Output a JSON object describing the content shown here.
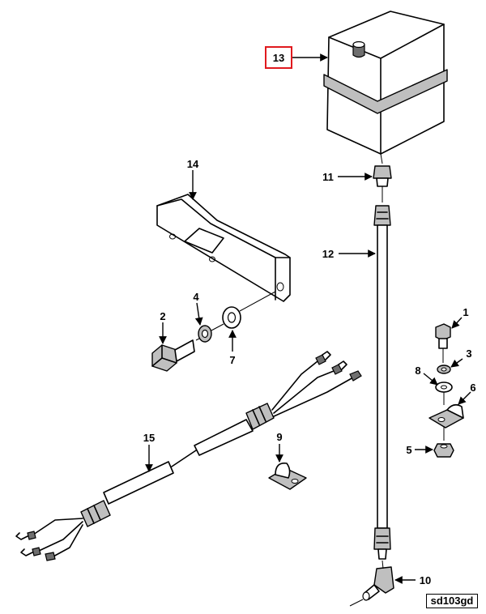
{
  "callouts": {
    "c1": "1",
    "c2": "2",
    "c3": "3",
    "c4": "4",
    "c5": "5",
    "c6": "6",
    "c7": "7",
    "c8": "8",
    "c9": "9",
    "c10": "10",
    "c11": "11",
    "c12": "12",
    "c13": "13",
    "c14": "14",
    "c15": "15"
  },
  "highlight": {
    "callout": "13",
    "color": "#e0191e"
  },
  "reference_code": "sd103gd"
}
